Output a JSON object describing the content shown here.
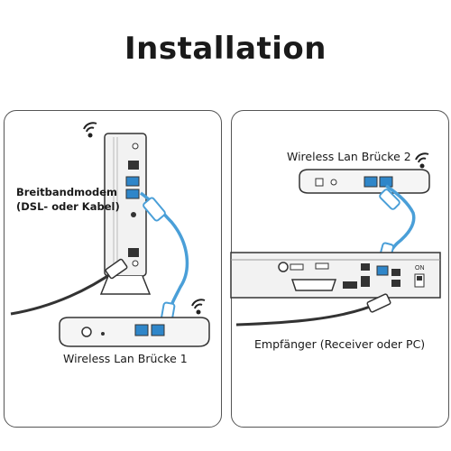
{
  "title": "Installation",
  "labels": {
    "modem_line1": "Breitbandmodem",
    "modem_line2": "(DSL- oder Kabel)",
    "bridge1": "Wireless Lan Brücke 1",
    "bridge2": "Wireless Lan Brücke 2",
    "receiver": "Empfänger (Receiver oder PC)"
  },
  "device_text": {
    "switch_on": "ON"
  },
  "colors": {
    "cable_blue": "#4a9fd8",
    "port_blue": "#2f86c9",
    "outline": "#333333"
  }
}
